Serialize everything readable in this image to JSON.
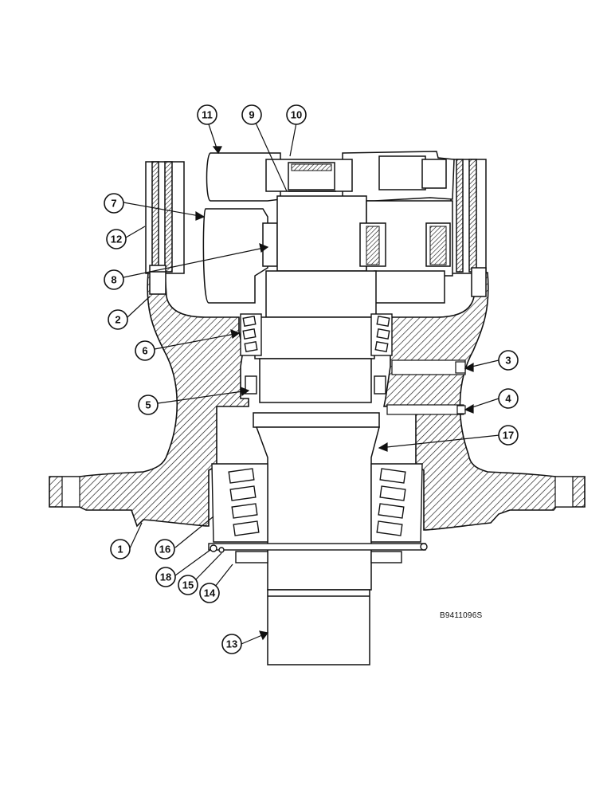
{
  "figure": {
    "code": "B9411096S",
    "ink_color": "#111111",
    "background_color": "#ffffff"
  },
  "callouts": [
    {
      "id": "c1",
      "label": "1"
    },
    {
      "id": "c2",
      "label": "2"
    },
    {
      "id": "c3",
      "label": "3"
    },
    {
      "id": "c4",
      "label": "4"
    },
    {
      "id": "c5",
      "label": "5"
    },
    {
      "id": "c6",
      "label": "6"
    },
    {
      "id": "c7",
      "label": "7"
    },
    {
      "id": "c8",
      "label": "8"
    },
    {
      "id": "c9",
      "label": "9"
    },
    {
      "id": "c10",
      "label": "10"
    },
    {
      "id": "c11",
      "label": "11"
    },
    {
      "id": "c12",
      "label": "12"
    },
    {
      "id": "c13",
      "label": "13"
    },
    {
      "id": "c14",
      "label": "14"
    },
    {
      "id": "c15",
      "label": "15"
    },
    {
      "id": "c16",
      "label": "16"
    },
    {
      "id": "c17",
      "label": "17"
    },
    {
      "id": "c18",
      "label": "18"
    }
  ]
}
